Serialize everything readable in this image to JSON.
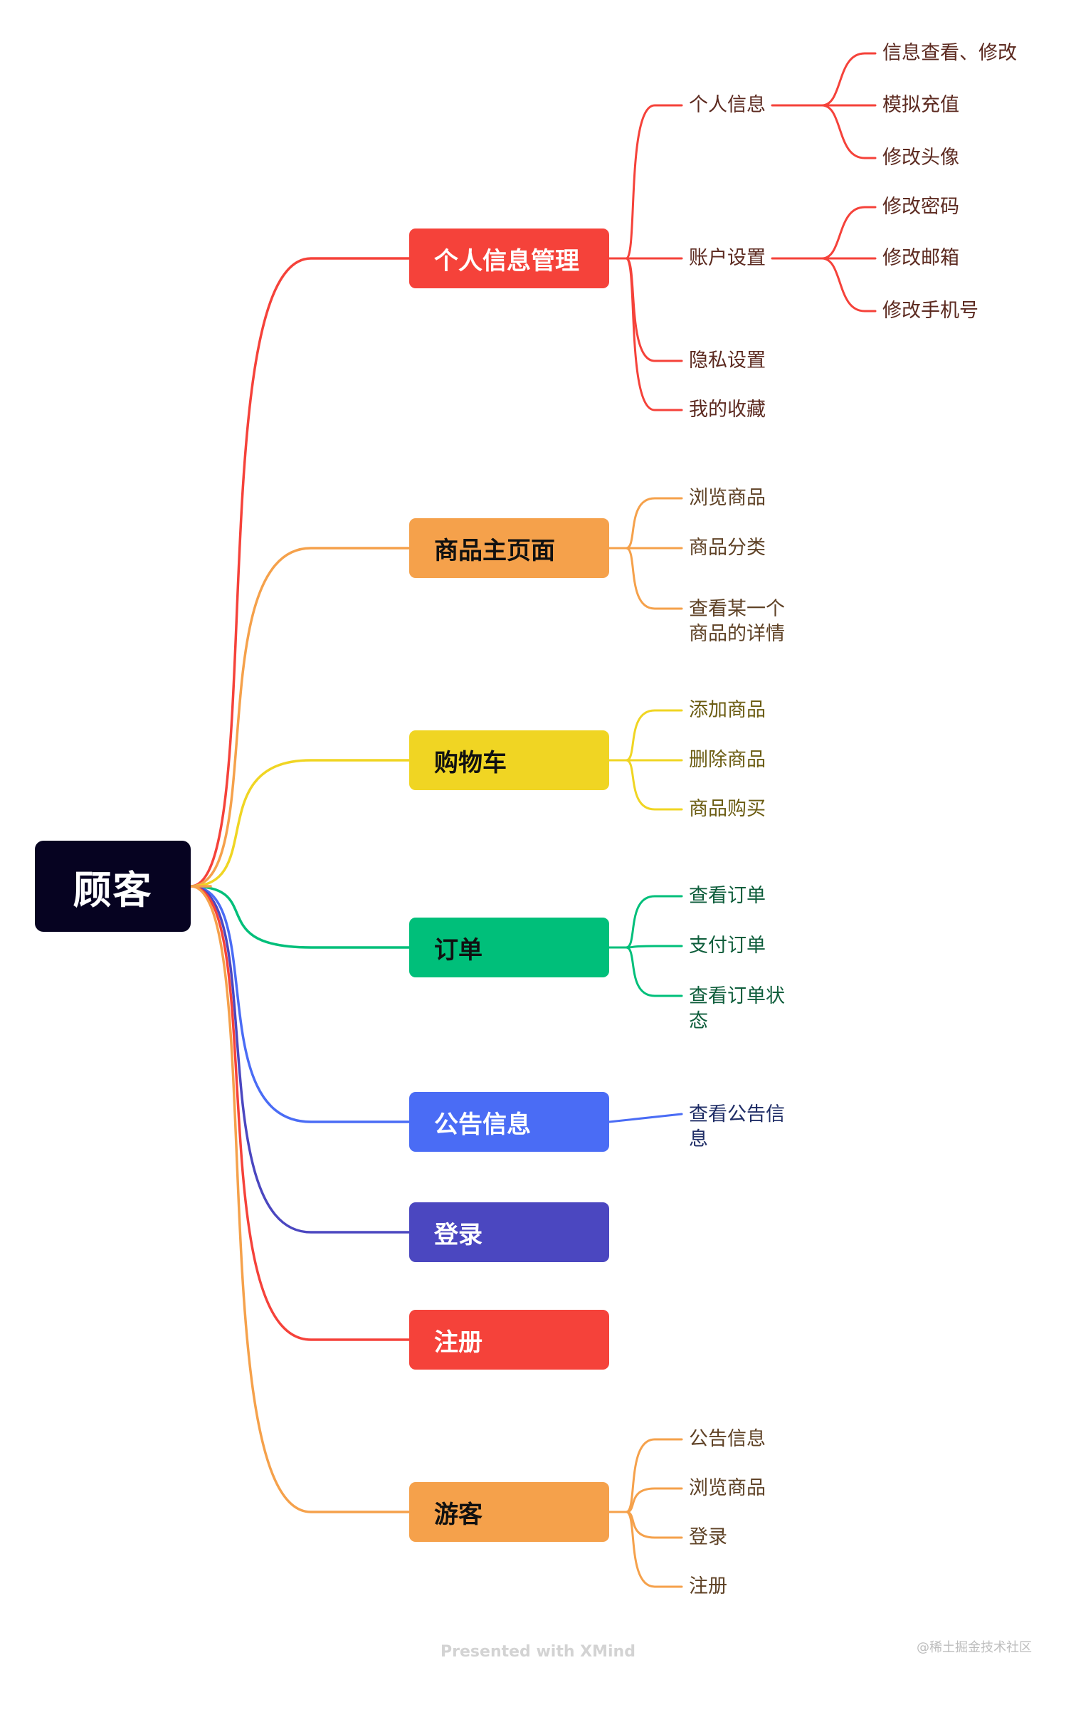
{
  "root": {
    "label": "顾客"
  },
  "branches": [
    {
      "key": "profile",
      "label": "个人信息管理",
      "color": "#f5423a",
      "text_color": "#ffffff",
      "leaf_text": "#5c2a20",
      "children": [
        {
          "label": "个人信息",
          "children": [
            "信息查看、修改",
            "模拟充值",
            "修改头像"
          ]
        },
        {
          "label": "账户设置",
          "children": [
            "修改密码",
            "修改邮箱",
            "修改手机号"
          ]
        },
        {
          "label": "隐私设置"
        },
        {
          "label": "我的收藏"
        }
      ]
    },
    {
      "key": "home",
      "label": "商品主页面",
      "color": "#f5a14b",
      "text_color": "#111111",
      "leaf_text": "#5f4226",
      "children": [
        {
          "label": "浏览商品"
        },
        {
          "label": "商品分类"
        },
        {
          "label": "查看某一个\n商品的详情"
        }
      ]
    },
    {
      "key": "cart",
      "label": "购物车",
      "color": "#f0d523",
      "text_color": "#111111",
      "leaf_text": "#6b5c12",
      "children": [
        {
          "label": "添加商品"
        },
        {
          "label": "删除商品"
        },
        {
          "label": "商品购买"
        }
      ]
    },
    {
      "key": "order",
      "label": "订单",
      "color": "#00bf7a",
      "text_color": "#111111",
      "leaf_text": "#0f5e3c",
      "children": [
        {
          "label": "查看订单"
        },
        {
          "label": "支付订单"
        },
        {
          "label": "查看订单状\n态"
        }
      ]
    },
    {
      "key": "notice",
      "label": "公告信息",
      "color": "#4a6cf5",
      "text_color": "#ffffff",
      "leaf_text": "#1f2d66",
      "children": [
        {
          "label": "查看公告信\n息"
        }
      ]
    },
    {
      "key": "login",
      "label": "登录",
      "color": "#4b47c0",
      "text_color": "#ffffff",
      "leaf_text": "#222222",
      "children": []
    },
    {
      "key": "register",
      "label": "注册",
      "color": "#f5423a",
      "text_color": "#ffffff",
      "leaf_text": "#222222",
      "children": []
    },
    {
      "key": "guest",
      "label": "游客",
      "color": "#f5a14b",
      "text_color": "#111111",
      "leaf_text": "#5f4226",
      "children": [
        {
          "label": "公告信息"
        },
        {
          "label": "浏览商品"
        },
        {
          "label": "登录"
        },
        {
          "label": "注册"
        }
      ]
    }
  ],
  "footer": "Presented with XMind",
  "watermark": "@稀土掘金技术社区"
}
